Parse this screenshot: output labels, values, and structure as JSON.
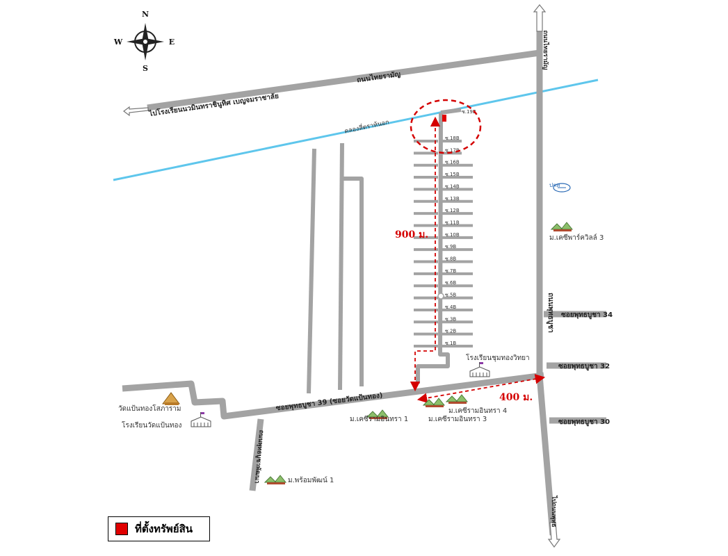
{
  "compass": {
    "n": "N",
    "s": "S",
    "e": "E",
    "w": "W"
  },
  "roads": {
    "north_road": "ถนนไทยรามัญ",
    "west_destination": "ไปโรงเรียนนวมินทราชินูทิศ เบญจมราชาลัย",
    "canal": "คลองสี่ตราห้นอก",
    "east_road_top": "ถนนไทยรามัญ",
    "east_road_mid": "ถนนพุทธบูชา",
    "south_road": "ซอยพุทธบูชา 39 (ซอยวัดแป้นทอง)",
    "soi_34": "ซอยพุทธบูชา 34",
    "soi_32": "ซอยพุทธบูชา 32",
    "soi_30": "ซอยพุทธบูชา 30",
    "south_branch": "ถนนพุทธบูชาพัฒนา",
    "east_destination_south": "ไปถนนพุทธ"
  },
  "soi_labels": [
    "ซ.19B",
    "ซ.18B",
    "ซ.17B",
    "ซ.16B",
    "ซ.15B",
    "ซ.14B",
    "ซ.13B",
    "ซ.12B",
    "ซ.11B",
    "ซ.10B",
    "ซ.9B",
    "ซ.8B",
    "ซ.7B",
    "ซ.6B",
    "ซ.5B",
    "ซ.4B",
    "ซ.3B",
    "ซ.2B",
    "ซ.1B"
  ],
  "distances": {
    "north_south": "900 ม.",
    "east_west": "400 ม."
  },
  "places": {
    "school_east": "โรงเรียนชุมทองวิทยา",
    "village_park": "ม.เคซีพาร์ควิลล์ 3",
    "temple": "วัดแป้นทองโสภาราม",
    "school_west": "โรงเรียนวัดแป้นทอง",
    "village_1": "ม.เคซีรามอินทรา 1",
    "village_3": "ม.เคซีรามอินทรา 3",
    "village_4": "ม.เคซีรามอินทรา 4",
    "village_prompat": "ม.พร้อมพัฒน์ 1",
    "gas_station": "ปตท"
  },
  "legend": {
    "label": "ที่ตั้งทรัพย์สิน"
  },
  "colors": {
    "road": "#9e9e9e",
    "canal": "#5ec6ec",
    "marker": "#e10000",
    "distance": "#d40000"
  }
}
